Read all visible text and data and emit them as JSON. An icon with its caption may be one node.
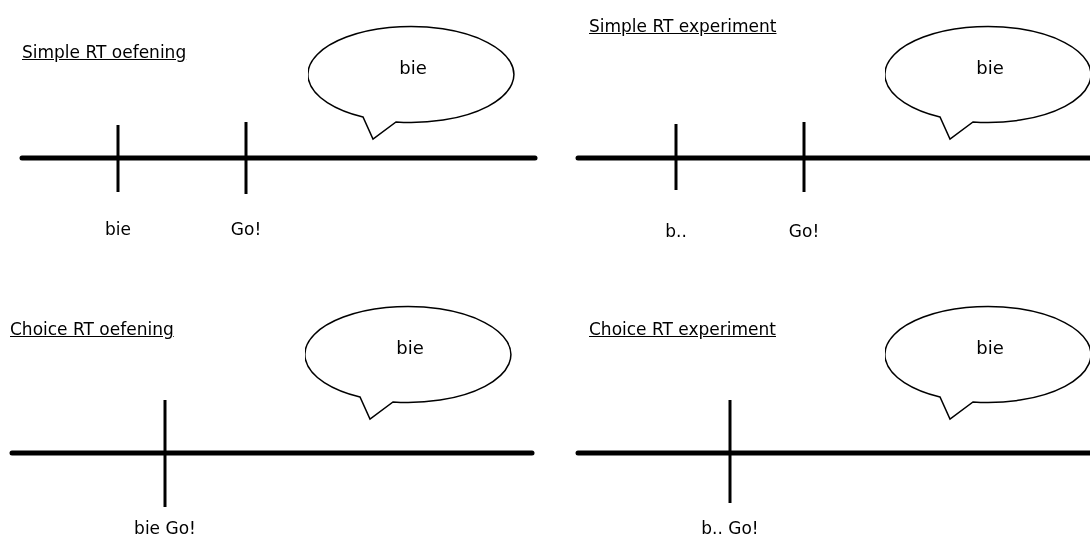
{
  "diagram": {
    "nodes": [
      {
        "text": [
          "bie"
        ]
      },
      {
        "text": [
          "bie"
        ]
      },
      {
        "text": [
          "bie"
        ]
      },
      {
        "text": [
          "bie"
        ]
      }
    ],
    "labels": [
      "Simple RT oefening",
      "Simple RT experiment",
      "bie",
      "Go!",
      "b..",
      "Go!",
      "Choice RT oefening",
      "Choice RT experiment",
      "bie Go!",
      "b.. Go!"
    ]
  }
}
